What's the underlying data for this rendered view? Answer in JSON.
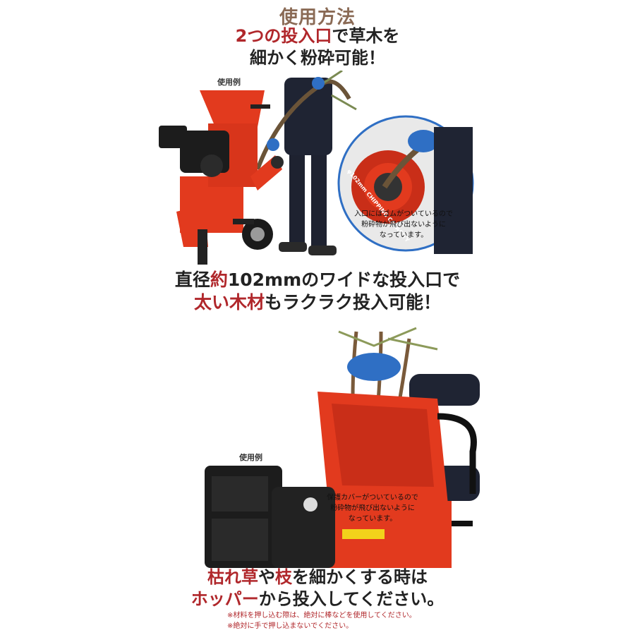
{
  "top": {
    "title": "使用方法",
    "line1_red": "2つの投入口",
    "line1_rest": "で草木を",
    "line2": "細かく粉砕可能！",
    "example_label": "使用例",
    "callout_lines": [
      "入口にはゴムがついているので",
      "粉砕物が飛び出ないように",
      "なっています。"
    ],
    "inlet_marking": "φ102mm CHIPPING CAPACITY"
  },
  "middle": {
    "line1_pre": "直径",
    "line1_red": "約",
    "line1_rest": "102mmのワイドな投入口で",
    "line2_red": "太い木材",
    "line2_rest": "もラクラク投入可能！"
  },
  "bottom": {
    "example_label": "使用例",
    "callout_lines": [
      "保護カバーがついているので",
      "粉砕物が飛び出ないように",
      "なっています。"
    ],
    "line1_red_a": "枯れ草",
    "line1_mid": "や",
    "line1_red_b": "枝",
    "line1_rest": "を細かくする時は",
    "line2_red": "ホッパー",
    "line2_rest": "から投入してください。",
    "notes": [
      "※材料を押し込む際は、絶対に棒などを使用してください。",
      "※絶対に手で押し込まないでください。"
    ]
  },
  "colors": {
    "machine_red": "#e23a1e",
    "text_red": "#b0272b",
    "title_brown": "#8a6a55",
    "engine_black": "#1c1c1c",
    "glove_blue": "#2f6fc4"
  }
}
